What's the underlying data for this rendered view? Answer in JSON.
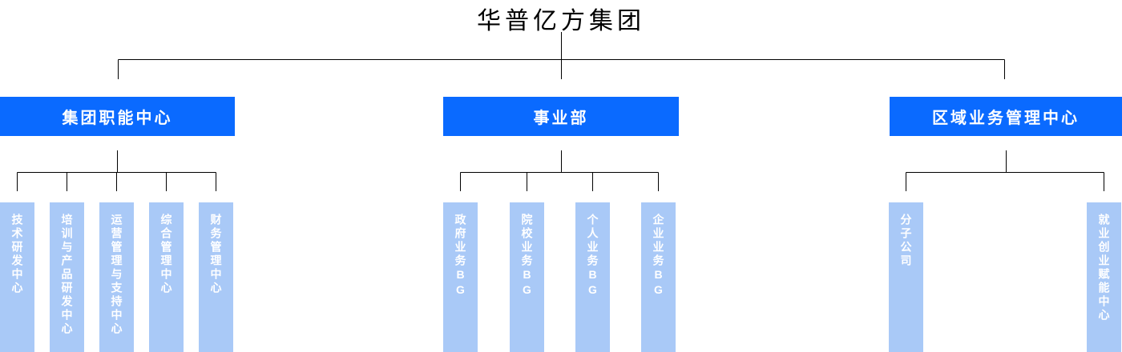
{
  "title": "华普亿方集团",
  "colors": {
    "primary": "#0a6aff",
    "light_node": "#a9c9f7",
    "node_text": "#ffffff",
    "line": "#000000"
  },
  "groups": [
    {
      "label": "集团职能中心",
      "children": [
        "技术研发中心",
        "培训与产品研发中心",
        "运营管理与支持中心",
        "综合管理中心",
        "财务管理中心"
      ]
    },
    {
      "label": "事业部",
      "children": [
        "政府业务BG",
        "院校业务BG",
        "个人业务BG",
        "企业业务BG"
      ]
    },
    {
      "label": "区域业务管理中心",
      "children": [
        "分子公司",
        "就业创业赋能中心"
      ]
    }
  ]
}
